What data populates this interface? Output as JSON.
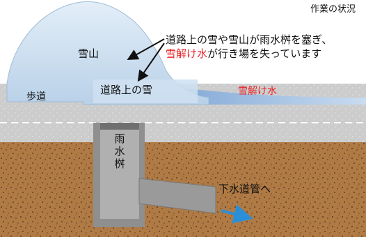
{
  "header": {
    "title": "作業の状況"
  },
  "labels": {
    "snow_mountain": "雪山",
    "sidewalk": "歩道",
    "road_snow": "道路上の雪",
    "drain_basin_chars": [
      "雨",
      "水",
      "桝"
    ],
    "to_sewer": "下水道管へ",
    "meltwater": "雪解け水"
  },
  "callout": {
    "line1": "道路上の雪や雪山が雨水桝を塞ぎ、",
    "line2_red": "雪解け水",
    "line2_rest": "が行き場を失っています"
  },
  "colors": {
    "snow": "#c9dff0",
    "sidewalk": "#cfcfcf",
    "ground": "#b07a45",
    "basin": "#9a9a9a",
    "water": "#a9c6e8",
    "accent_red": "#e6262a",
    "arrow_blue": "#2b8fd8"
  }
}
